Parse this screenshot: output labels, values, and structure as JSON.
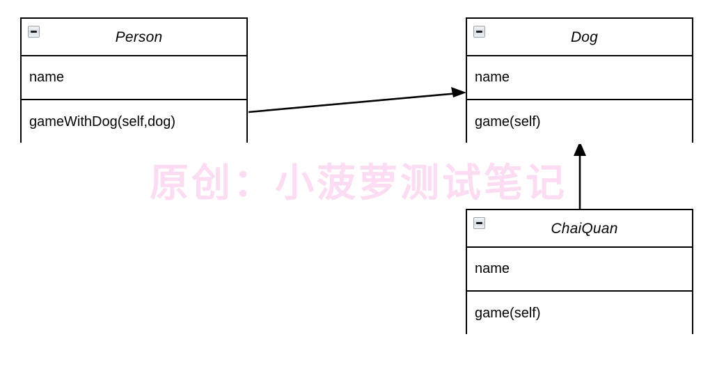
{
  "diagram": {
    "type": "uml-class-diagram",
    "background_color": "#ffffff",
    "border_color": "#000000",
    "classes": [
      {
        "id": "person",
        "name": "Person",
        "collapse_icon": "collapse-minus-icon",
        "attributes": [
          "name"
        ],
        "methods": [
          "gameWithDog(self,dog)"
        ]
      },
      {
        "id": "dog",
        "name": "Dog",
        "collapse_icon": "collapse-minus-icon",
        "attributes": [
          "name"
        ],
        "methods": [
          "game(self)"
        ]
      },
      {
        "id": "chaiquan",
        "name": "ChaiQuan",
        "collapse_icon": "collapse-minus-icon",
        "attributes": [
          "name"
        ],
        "methods": [
          "game(self)"
        ]
      }
    ],
    "relations": [
      {
        "id": "person-to-dog",
        "from": "person",
        "to": "dog",
        "style": "solid-line-filled-arrow",
        "label": ""
      },
      {
        "id": "chaiquan-to-dog",
        "from": "chaiquan",
        "to": "dog",
        "style": "solid-line-filled-arrow",
        "label": ""
      }
    ]
  },
  "watermark": {
    "text": "原创：小菠萝测试笔记",
    "color": "#fbdcf3"
  }
}
